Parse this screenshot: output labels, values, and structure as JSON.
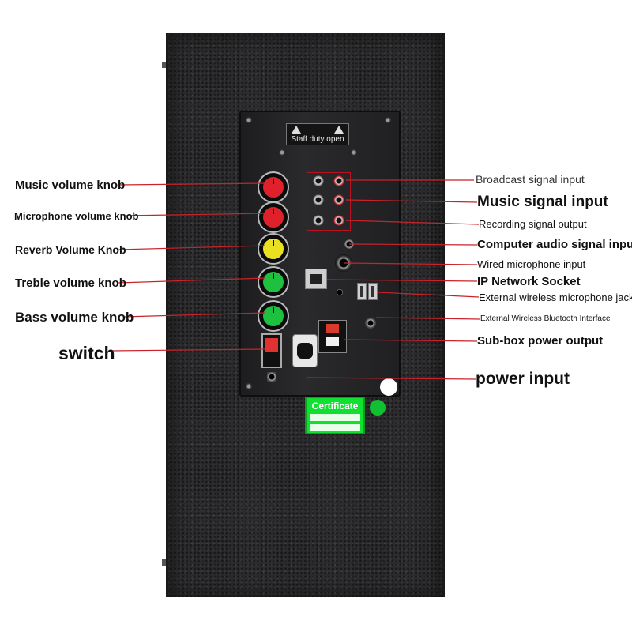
{
  "panel": {
    "warning_text": "Staff duty open",
    "certificate_title": "Certificate"
  },
  "callouts_left": [
    {
      "key": "music_volume_knob",
      "text": "Music volume knob"
    },
    {
      "key": "microphone_volume_knob",
      "text": "Microphone volume knob"
    },
    {
      "key": "reverb_volume_knob",
      "text": "Reverb Volume Knob"
    },
    {
      "key": "treble_volume_knob",
      "text": "Treble volume knob"
    },
    {
      "key": "bass_volume_knob",
      "text": "Bass volume knob"
    },
    {
      "key": "switch",
      "text": "switch"
    }
  ],
  "callouts_right": [
    {
      "key": "broadcast_signal_input",
      "text": "Broadcast signal input"
    },
    {
      "key": "music_signal_input",
      "text": "Music signal input"
    },
    {
      "key": "recording_signal_output",
      "text": "Recording signal output"
    },
    {
      "key": "computer_audio_signal_input",
      "text": "Computer audio signal input"
    },
    {
      "key": "wired_microphone_input",
      "text": "Wired microphone input"
    },
    {
      "key": "ip_network_socket",
      "text": "IP Network Socket"
    },
    {
      "key": "external_wireless_microphone_jack",
      "text": "External wireless microphone jack"
    },
    {
      "key": "external_wireless_bluetooth_interface",
      "text": "External Wireless Bluetooth Interface"
    },
    {
      "key": "sub_box_power_output",
      "text": "Sub-box power output"
    },
    {
      "key": "power_input",
      "text": "power input"
    }
  ],
  "colors": {
    "callout_line": "#c8232b",
    "knob_music": "#e0202a",
    "knob_microphone": "#e0202a",
    "knob_reverb": "#e8e020",
    "knob_treble": "#1ec040",
    "knob_bass": "#1ec040",
    "certificate": "#10e030"
  },
  "icons": [
    "warning-icon",
    "recycle-icon",
    "qs-badge-icon",
    "white-marker-dot"
  ]
}
